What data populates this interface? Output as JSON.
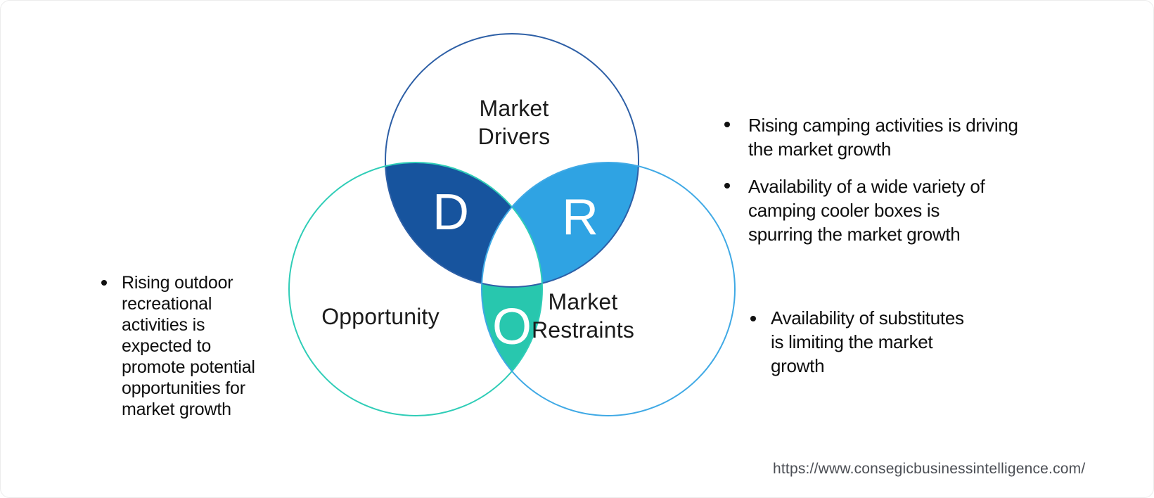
{
  "venn": {
    "circles": {
      "drivers": {
        "label_line1": "Market",
        "label_line2": "Drivers",
        "letter": "D",
        "outline_color": "#2d5fa6",
        "overlap_fill": "#17549e"
      },
      "opportunity": {
        "label": "Opportunity",
        "letter": "O",
        "outline_color": "#2fcdb7",
        "overlap_fill": "#28c7ae"
      },
      "restraints": {
        "label_line1": "Market",
        "label_line2": "Restraints",
        "letter": "R",
        "outline_color": "#3fa9e5",
        "overlap_fill": "#2fa3e3"
      }
    },
    "center_fill": "#ffffff"
  },
  "bullets": {
    "drivers": [
      {
        "lines": [
          "Rising camping activities is driving",
          "the market growth"
        ]
      },
      {
        "lines": [
          "Availability of a wide variety of",
          "camping cooler boxes is",
          "spurring the market growth"
        ]
      }
    ],
    "restraints": [
      {
        "lines": [
          "Availability of substitutes",
          "is limiting the market",
          "growth"
        ]
      }
    ],
    "opportunity": [
      {
        "lines": [
          "Rising outdoor",
          "recreational",
          "activities is",
          "expected to",
          "promote potential",
          "opportunities for",
          "market growth"
        ]
      }
    ]
  },
  "footer": {
    "url": "https://www.consegicbusinessintelligence.com/"
  },
  "text_color": "#0e0e0e"
}
